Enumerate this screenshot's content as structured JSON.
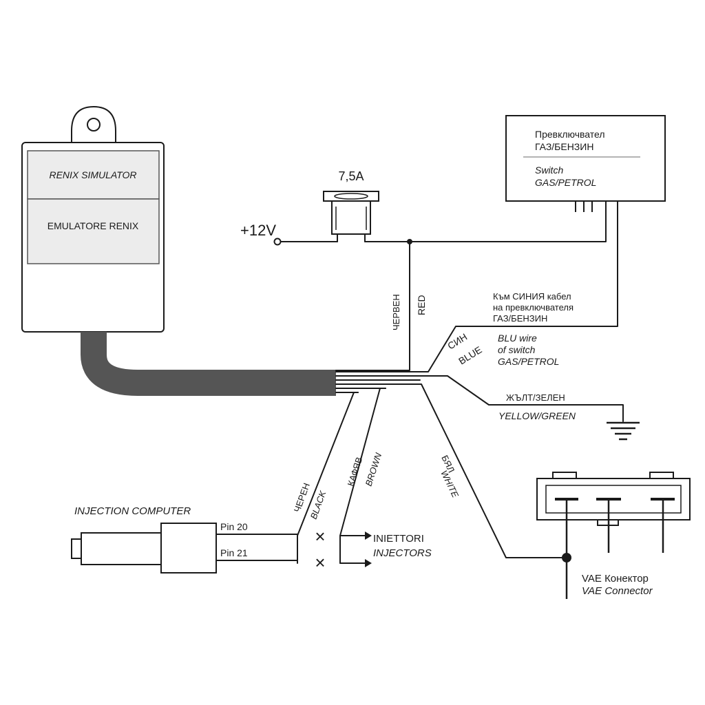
{
  "emulator": {
    "title_top": "RENIX SIMULATOR",
    "title_bottom": "EMULATORE RENIX"
  },
  "power": {
    "label": "+12V"
  },
  "fuse": {
    "label": "7,5A"
  },
  "switch_box": {
    "line1_bg": "Превключвател",
    "line2_bg": "ГАЗ/БЕНЗИН",
    "line1_en": "Switch",
    "line2_en": "GAS/PETROL"
  },
  "wires": {
    "red_bg": "ЧЕРВЕН",
    "red_en": "RED",
    "blue_bg": "СИН",
    "blue_en": "BLUE",
    "blue_note_bg": [
      "Към СИНИЯ кабел",
      "на превключвателя",
      "ГАЗ/БЕНЗИН"
    ],
    "blue_note_en": [
      "BLU wire",
      "of switch",
      "GAS/PETROL"
    ],
    "yg_bg": "ЖЪЛТ/ЗЕЛЕН",
    "yg_en": "YELLOW/GREEN",
    "black_bg": "ЧЕРЕН",
    "black_en": "BLACK",
    "brown_bg": "КАФЯВ",
    "brown_en": "BROWN",
    "white_bg": "БЯЛ",
    "white_en": "WHITE"
  },
  "injection": {
    "title": "INJECTION COMPUTER",
    "pin20": "Pin 20",
    "pin21": "Pin 21"
  },
  "injectors": {
    "label_it": "INIETTORI",
    "label_en": "INJECTORS",
    "cut_mark": "×"
  },
  "vae": {
    "label_bg": "VAE Конектор",
    "label_en": "VAE Connector"
  },
  "colors": {
    "ink": "#1a1a1a",
    "cable": "#555555",
    "panel_gray": "#e8e8e8"
  }
}
